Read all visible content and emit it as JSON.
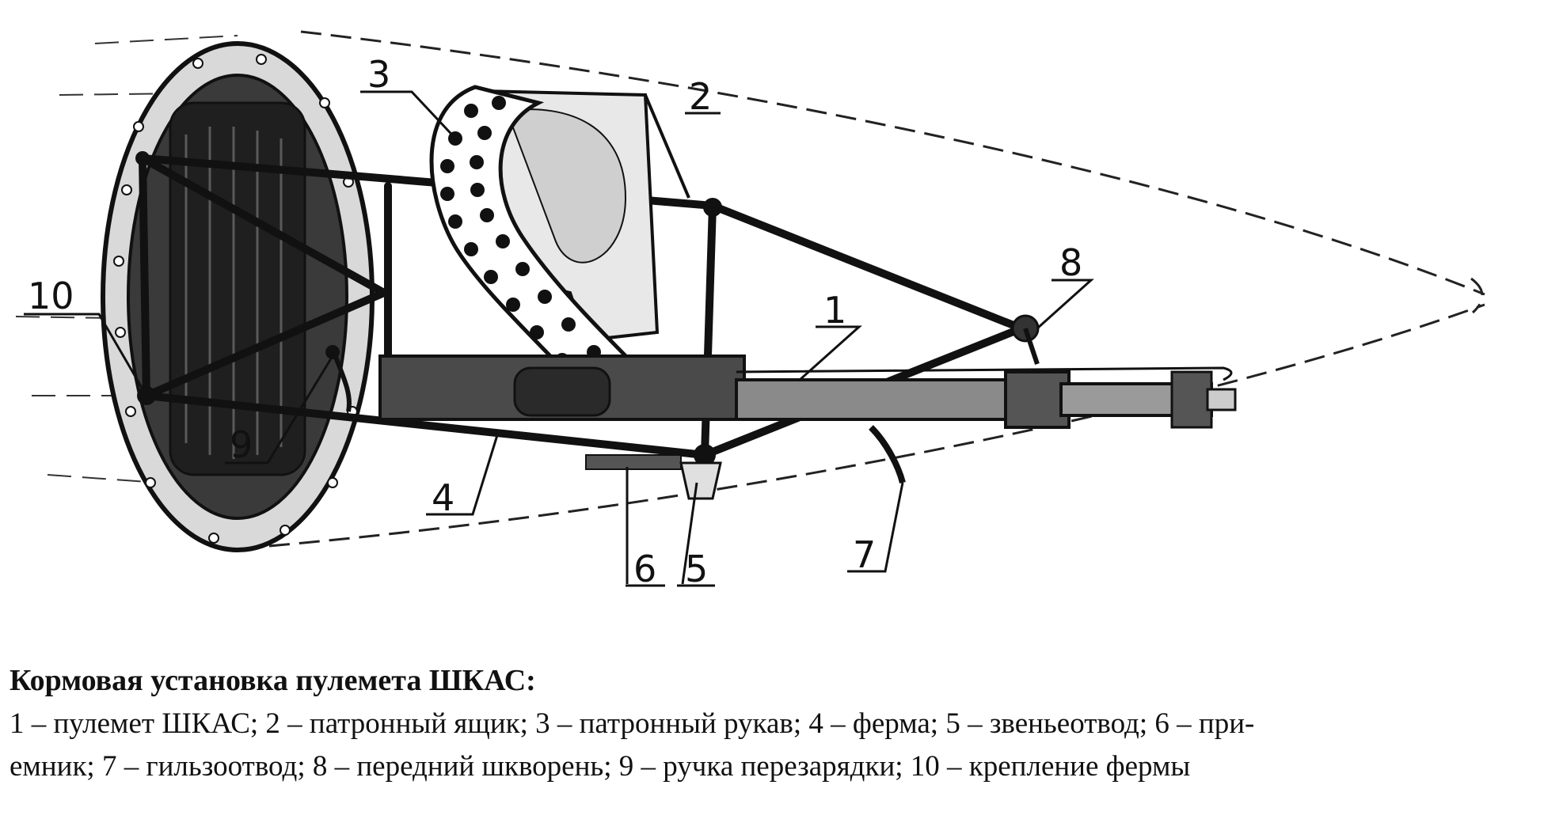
{
  "diagram": {
    "callouts": [
      {
        "id": "1",
        "text": "1"
      },
      {
        "id": "2",
        "text": "2"
      },
      {
        "id": "3",
        "text": "3"
      },
      {
        "id": "4",
        "text": "4"
      },
      {
        "id": "5",
        "text": "5"
      },
      {
        "id": "6",
        "text": "6"
      },
      {
        "id": "7",
        "text": "7"
      },
      {
        "id": "8",
        "text": "8"
      },
      {
        "id": "9",
        "text": "9"
      },
      {
        "id": "10",
        "text": "10"
      }
    ]
  },
  "caption": {
    "title": "Кормовая установка пулемета ШКАС:",
    "legend_line1": "1 – пулемет ШКАС; 2 – патронный ящик; 3 – патронный рукав; 4 – ферма; 5 – звеньеотвод; 6 – при-",
    "legend_line2": "емник; 7 – гильзоотвод; 8 – передний шкворень; 9 – ручка перезарядки; 10 – крепление фермы"
  },
  "colors": {
    "ink": "#111111",
    "paper": "#ffffff"
  }
}
